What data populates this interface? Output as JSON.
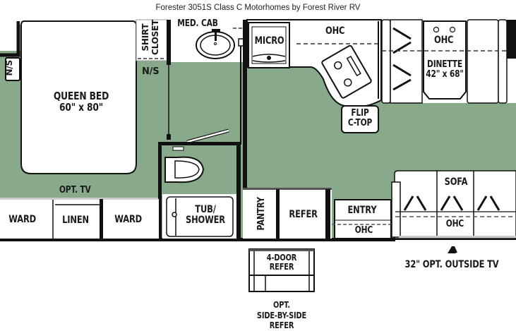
{
  "title": "Forester 3051S Class C Motorhomes by Forest River RV",
  "colors": {
    "floor_green": "#88a98a",
    "wall": "#111111",
    "furniture": "#ffffff",
    "background": "#ffffff"
  },
  "labels": {
    "ns_left": "N/S",
    "shirt_closet_1": "SHIRT",
    "shirt_closet_2": "CLOSET",
    "ns_center": "N/S",
    "med_cab": "MED. CAB",
    "micro": "MICRO",
    "ohc_kitchen": "OHC",
    "ohc_dinette": "OHC",
    "dinette_1": "DINETTE",
    "dinette_2": "42\" x 68\"",
    "flip_1": "FLIP",
    "flip_2": "C-TOP",
    "queen_bed_1": "QUEEN BED",
    "queen_bed_2": "60\" x 80\"",
    "opt_tv": "OPT. TV",
    "ward_left": "WARD",
    "linen": "LINEN",
    "ward_right": "WARD",
    "tub_1": "TUB/",
    "tub_2": "SHOWER",
    "pantry": "PANTRY",
    "refer": "REFER",
    "entry": "ENTRY",
    "ohc_entry": "OHC",
    "sofa": "SOFA",
    "ohc_sofa": "OHC",
    "four_door_1": "4-DOOR",
    "four_door_2": "REFER",
    "opt_sbs_1": "OPT.",
    "opt_sbs_2": "SIDE-BY-SIDE",
    "opt_sbs_3": "REFER",
    "outside_tv": "32\" OPT. OUTSIDE TV"
  }
}
